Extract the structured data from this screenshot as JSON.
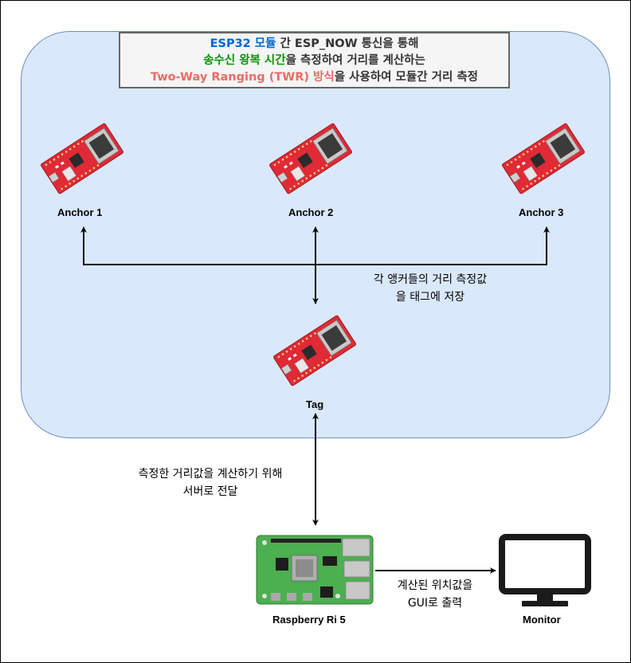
{
  "title": {
    "line1": {
      "a": "ESP32 모듈",
      "b": " 간 ",
      "c": "ESP_NOW",
      "d": " 통신을 통해"
    },
    "line2": {
      "a": "송수신 왕복 시간",
      "b": "을 측정하여 거리를 계산하는"
    },
    "line3": {
      "a": "Two-Way Ranging (TWR) 방식",
      "b": "을 사용하여 모듈간 거리 측정"
    }
  },
  "nodes": {
    "anchor1": "Anchor 1",
    "anchor2": "Anchor 2",
    "anchor3": "Anchor 3",
    "tag": "Tag",
    "server": "Raspberry Ri 5",
    "monitor": "Monitor"
  },
  "notes": {
    "anchors_to_tag": [
      "각 앵커들의 거리 측정값",
      "을 태그에 저장"
    ],
    "tag_to_server": [
      "측정한 거리값을 계산하기 위해",
      "서버로 전달"
    ],
    "server_to_monitor": [
      "계산된 위치값을",
      "GUI로 출력"
    ]
  },
  "colors": {
    "zone_fill": "#dae8fc",
    "zone_stroke": "#6c8ebf",
    "title_fill": "#f5f5f5",
    "accent_blue": "#0066cc",
    "accent_green": "#009900",
    "accent_red": "#ea6b66",
    "board_red": "#e02a36",
    "pi_green": "#4caf50"
  }
}
